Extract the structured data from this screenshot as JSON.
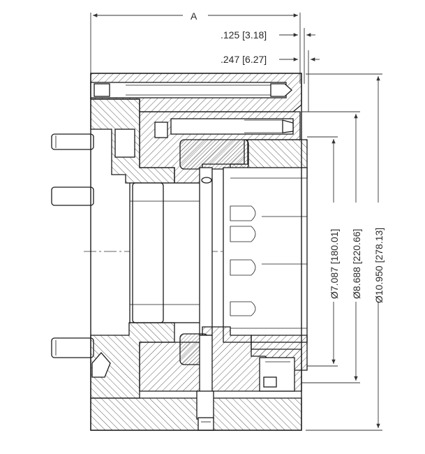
{
  "dimensions": {
    "length_a": "A",
    "offset_small": ".125 [3.18]",
    "offset_large": ".247 [6.27]",
    "dia_inner": "Ø7.087 [180.01]",
    "dia_middle": "Ø8.688 [220.66]",
    "dia_outer": "Ø10.950 [278.13]"
  },
  "colors": {
    "line": "#1a1a1a",
    "background": "#ffffff"
  }
}
